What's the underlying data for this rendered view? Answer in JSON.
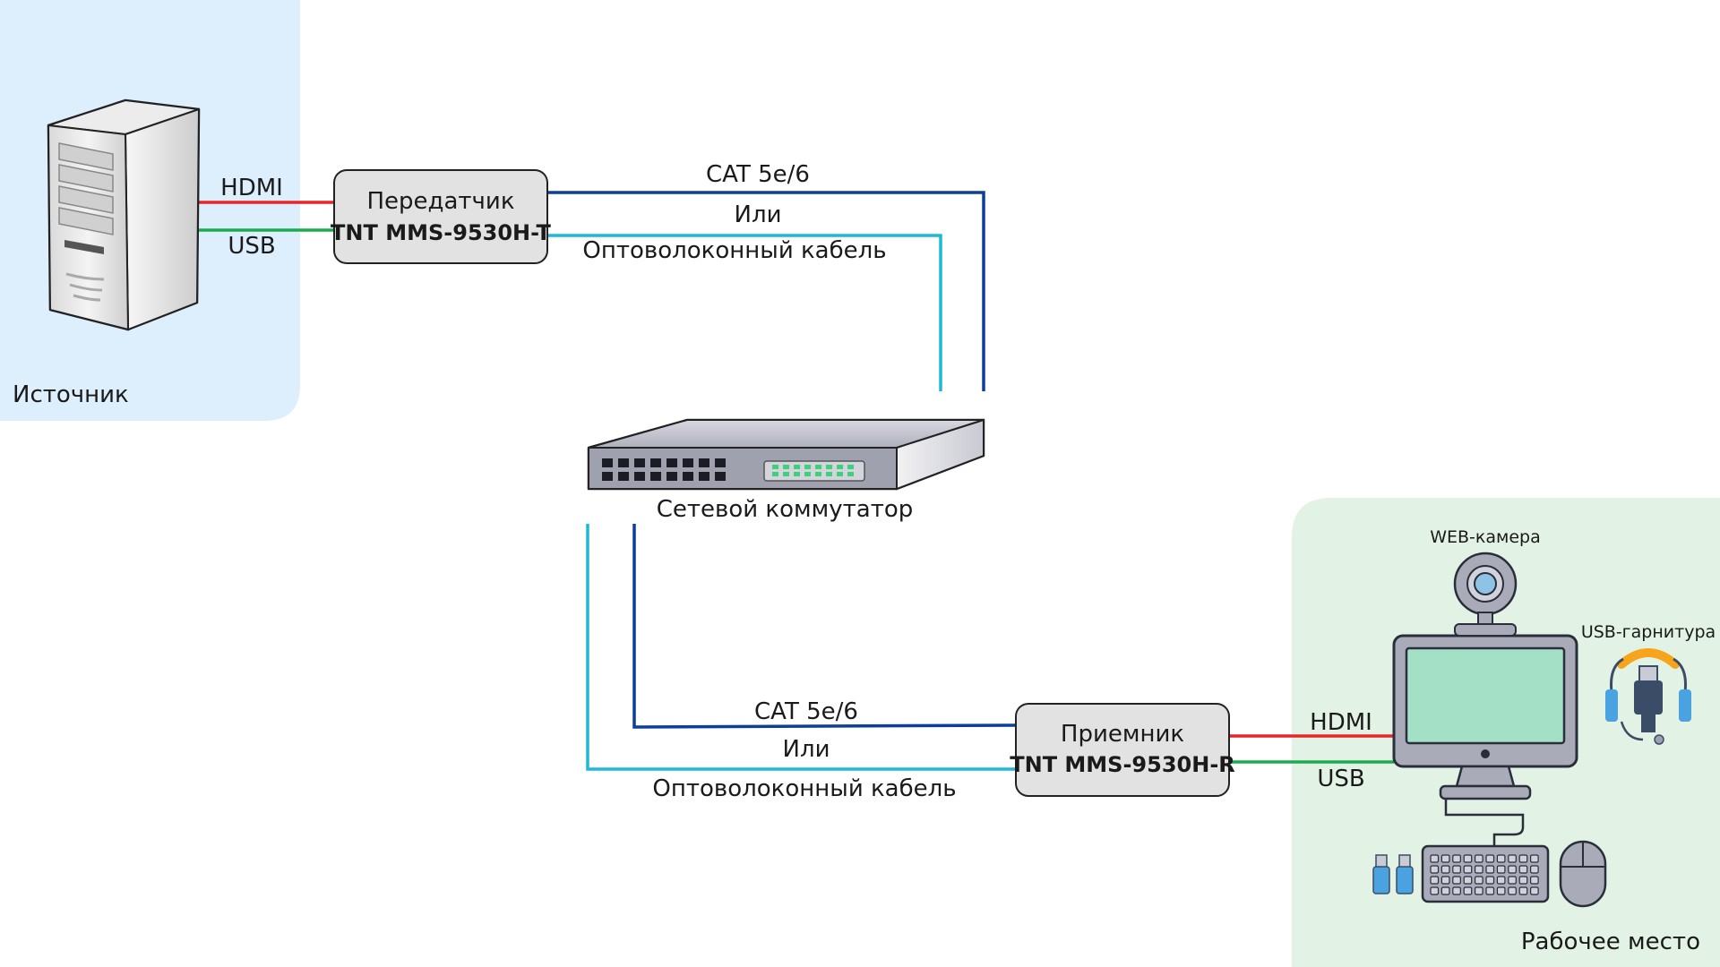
{
  "zones": {
    "source": {
      "label": "Источник",
      "color": "#ddeefd"
    },
    "workplace": {
      "label": "Рабочее место",
      "color": "#e2f2e4"
    }
  },
  "transmitter": {
    "line1": "Передатчик",
    "line2": "TNT MMS-9530H-T"
  },
  "receiver": {
    "line1": "Приемник",
    "line2": "TNT MMS-9530H-R"
  },
  "switch": {
    "label": "Сетевой коммутатор"
  },
  "links": {
    "top": {
      "cat": "CAT 5e/6",
      "or": "Или",
      "fiber": "Оптоволоконный кабель"
    },
    "bottom": {
      "cat": "CAT 5e/6",
      "or": "Или",
      "fiber": "Оптоволоконный кабель"
    }
  },
  "source_ports": {
    "hdmi": "HDMI",
    "usb": "USB"
  },
  "workplace_ports": {
    "hdmi": "HDMI",
    "usb": "USB"
  },
  "devices": {
    "webcam": "WEB-камера",
    "headset": "USB-гарнитура"
  },
  "icons": {
    "server": "server-tower-icon",
    "switch": "network-switch-icon",
    "monitor": "monitor-icon",
    "webcam": "webcam-icon",
    "headset": "usb-headset-icon",
    "keyboard": "keyboard-icon",
    "mouse": "mouse-icon",
    "usb_sticks": "usb-flash-drive-icon"
  },
  "colors": {
    "hdmi": "#e8262a",
    "usb": "#1aad4e",
    "cat": "#0b3f9a",
    "fiber": "#1fb8d8",
    "box_fill": "#e2e2e2",
    "box_stroke": "#222222"
  }
}
